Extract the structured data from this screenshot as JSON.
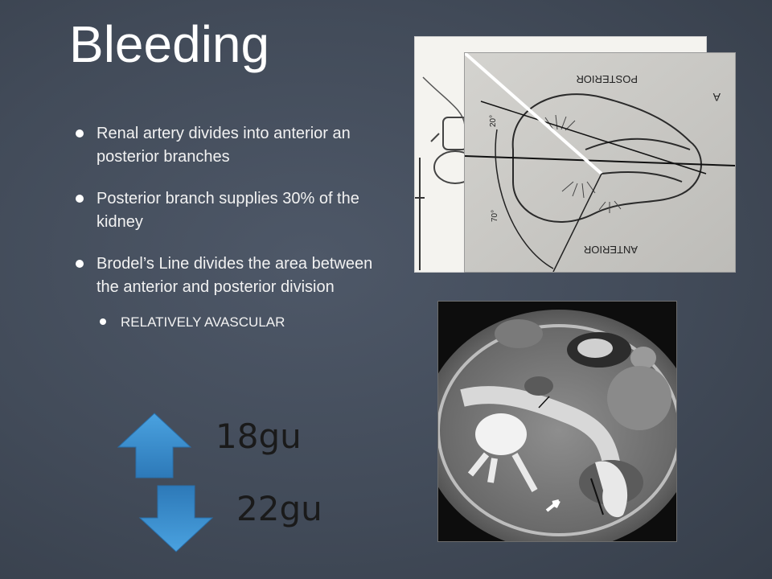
{
  "slide": {
    "title": "Bleeding",
    "bullets": [
      {
        "text": "Renal artery divides into anterior an posterior branches"
      },
      {
        "text": "Posterior branch supplies 30% of the kidney"
      },
      {
        "text": "Brodel’s Line divides the area between the anterior and posterior division"
      }
    ],
    "sub_bullet": "RELATIVELY AVASCULAR",
    "up_label": "18gu",
    "down_label": "22gu"
  },
  "diagram": {
    "posterior_label": "POSTERIOR",
    "anterior_label": "ANTERIOR",
    "panel_letter": "A",
    "angle_top": "20°",
    "angle_bottom": "70°"
  },
  "colors": {
    "background": "#454e5c",
    "arrow": "#3b8fd0",
    "arrow_dark": "#2a6ea8",
    "gu_text": "#1a1a1a"
  }
}
